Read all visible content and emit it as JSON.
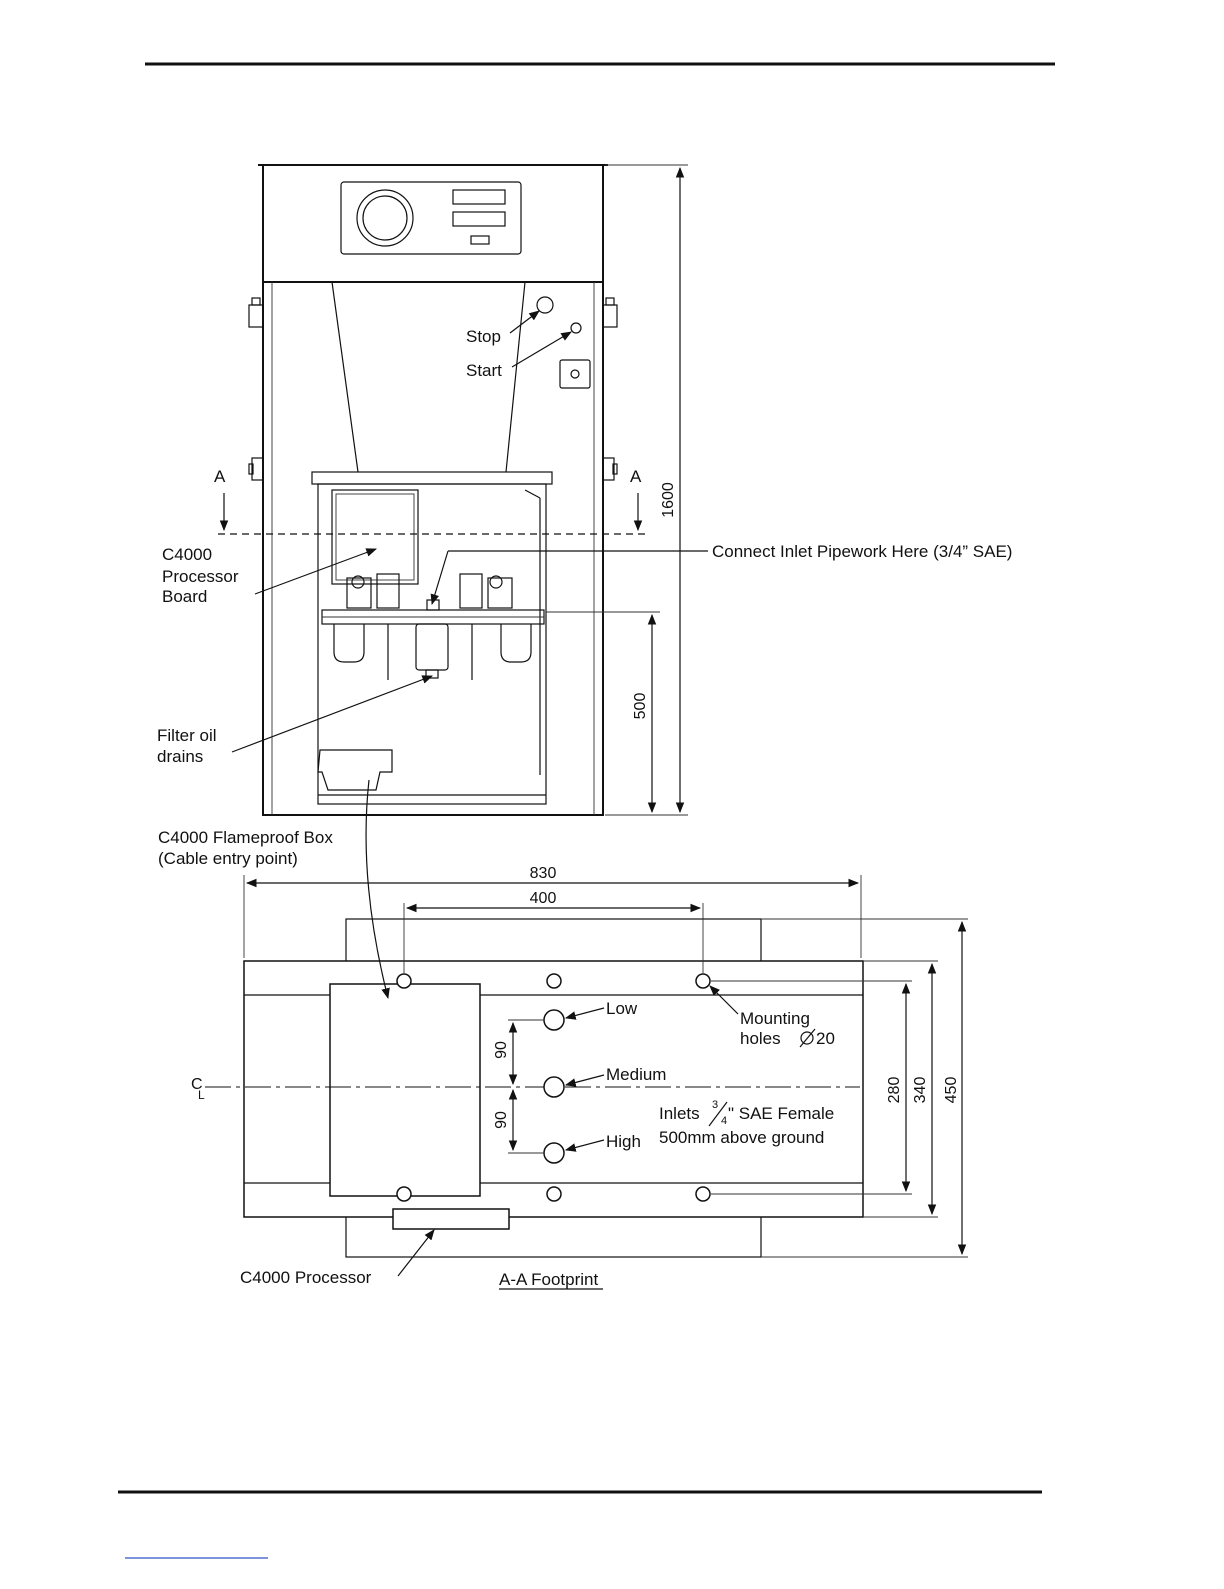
{
  "front_view": {
    "stop_label": "Stop",
    "start_label": "Start",
    "section_marker_left": "A",
    "section_marker_right": "A",
    "height_overall": "1600",
    "inlet_height": "500",
    "processor_board_line1": "C4000",
    "processor_board_line2": "Processor",
    "processor_board_line3": "Board",
    "connect_inlet": "Connect Inlet Pipework Here (3/4” SAE)",
    "filter_line1": "Filter oil",
    "filter_line2": "drains",
    "flameproof_line1": "C4000 Flameproof Box",
    "flameproof_line2": "(Cable entry point)"
  },
  "footprint": {
    "title": "A-A Footprint",
    "width_overall": "830",
    "hole_spacing": "400",
    "dim_280": "280",
    "dim_340": "340",
    "dim_450": "450",
    "inlet_spacing_1": "90",
    "inlet_spacing_2": "90",
    "low_label": "Low",
    "medium_label": "Medium",
    "high_label": "High",
    "mounting_line1": "Mounting",
    "mounting_line2": "holes",
    "mounting_dia": "20",
    "inlets_prefix": "Inlets",
    "inlets_frac_num": "3",
    "inlets_frac_den": "4",
    "inlets_suffix": "\" SAE Female",
    "inlets_line2": "500mm above ground",
    "centreline_c": "C",
    "centreline_l": "L",
    "processor_label": "C4000 Processor"
  }
}
